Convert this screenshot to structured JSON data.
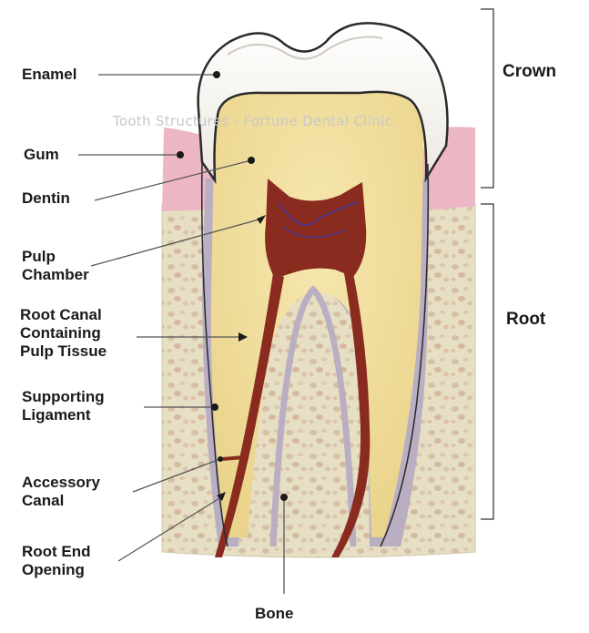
{
  "watermark": "Tooth Structures - Fortune Dental Clinic",
  "labels": {
    "enamel": "Enamel",
    "gum": "Gum",
    "dentin": "Dentin",
    "pulp_chamber": [
      "Pulp",
      "Chamber"
    ],
    "root_canal": [
      "Root Canal",
      "Containing",
      "Pulp Tissue"
    ],
    "supporting_ligament": [
      "Supporting",
      "Ligament"
    ],
    "accessory_canal": [
      "Accessory",
      "Canal"
    ],
    "root_end_opening": [
      "Root End",
      "Opening"
    ],
    "bone": "Bone"
  },
  "sections": {
    "crown": "Crown",
    "root": "Root"
  },
  "colors": {
    "enamel": "#f7f5ef",
    "dentin": "#f1df9c",
    "pulp": "#8a2b1f",
    "gum": "#ecb6c4",
    "bone": "#e6dfc4",
    "ligament": "#b9aec2",
    "label_text": "#1a1a1a"
  }
}
